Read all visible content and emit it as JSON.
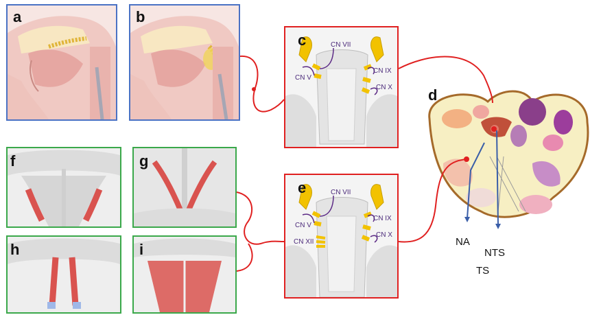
{
  "panels": {
    "a": "a",
    "b": "b",
    "c": "c",
    "d": "d",
    "e": "e",
    "f": "f",
    "g": "g",
    "h": "h",
    "i": "i"
  },
  "nerves_c": {
    "cn7": "CN VII",
    "cn5": "CN V",
    "cn9": "CN IX",
    "cn10": "CN X"
  },
  "nerves_e": {
    "cn7": "CN VII",
    "cn5": "CN V",
    "cn9": "CN IX",
    "cn10": "CN X",
    "cn12": "CN XII"
  },
  "nuclei": {
    "na": "NA",
    "nts": "NTS",
    "ts": "TS"
  },
  "colors": {
    "border_blue": "#4a72c4",
    "border_red": "#e02020",
    "border_green": "#3aa84a",
    "nerve_yellow": "#f2c200",
    "nerve_purple": "#5c2a86",
    "muscle_red": "#d9534f",
    "arrow_blue": "#3a5ea8"
  }
}
